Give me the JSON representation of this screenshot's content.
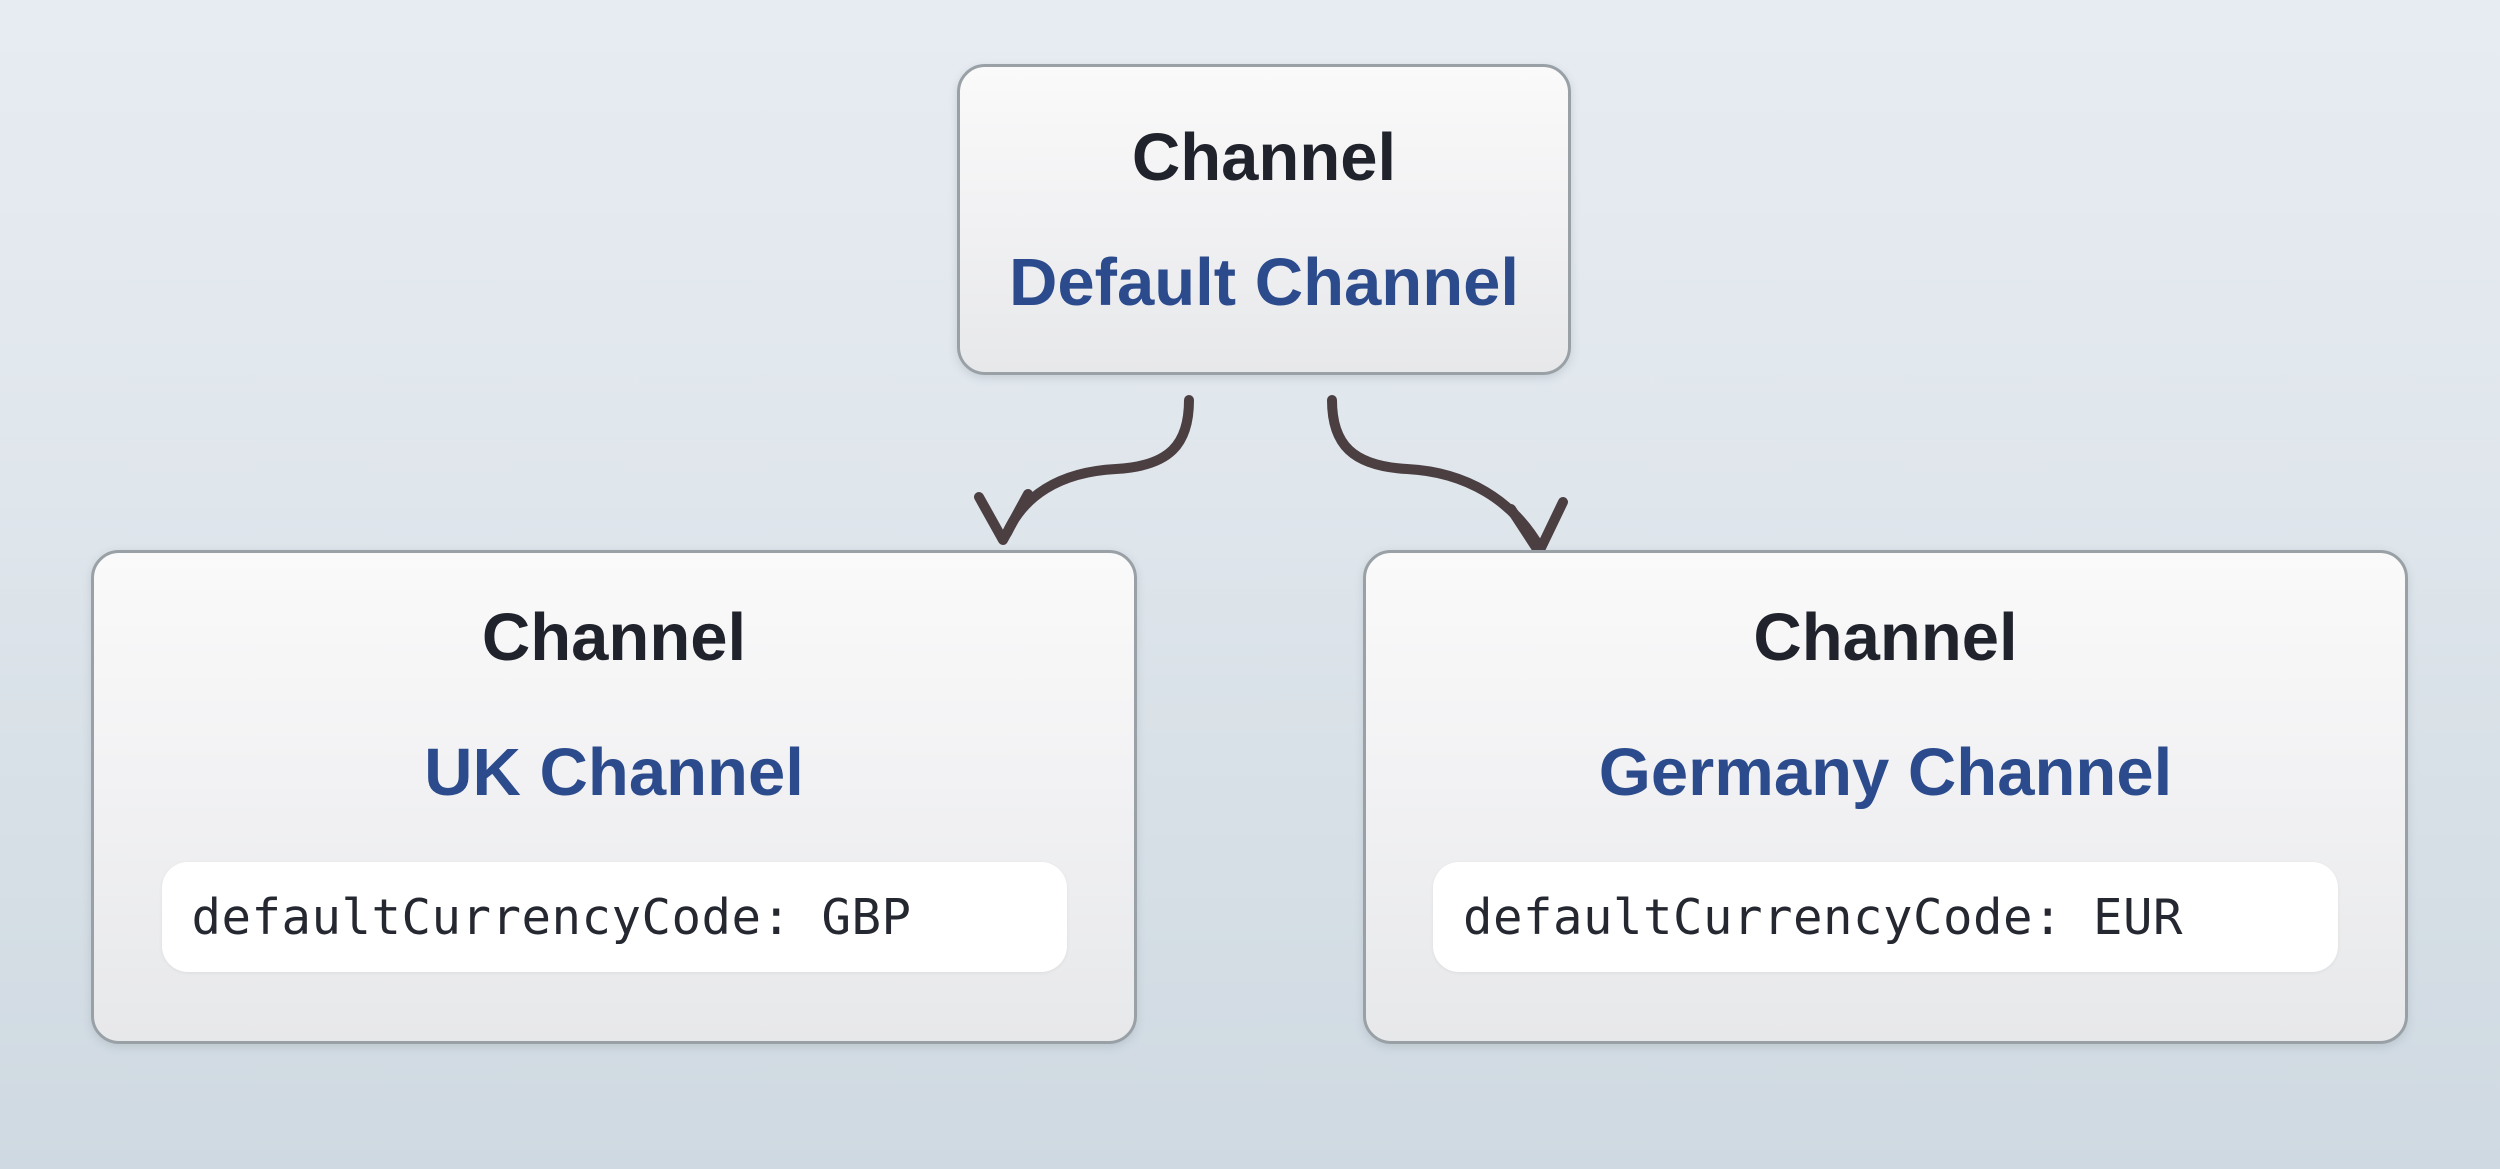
{
  "diagram_type": "channel-hierarchy",
  "colors": {
    "page_bg_top": "#e7ecf2",
    "page_bg_bottom": "#cfd9e1",
    "node_border": "#99a1a7",
    "title_color": "#20222c",
    "name_color": "#2b4b8d",
    "attr_color": "#262831",
    "arrow_color": "#4b3f42",
    "pill_bg": "#ffffff"
  },
  "nodes": {
    "root": {
      "title": "Channel",
      "name": "Default Channel"
    },
    "uk": {
      "title": "Channel",
      "name": "UK Channel",
      "attr": "defaultCurrencyCode: GBP"
    },
    "germany": {
      "title": "Channel",
      "name": "Germany Channel",
      "attr": "defaultCurrencyCode: EUR"
    }
  }
}
